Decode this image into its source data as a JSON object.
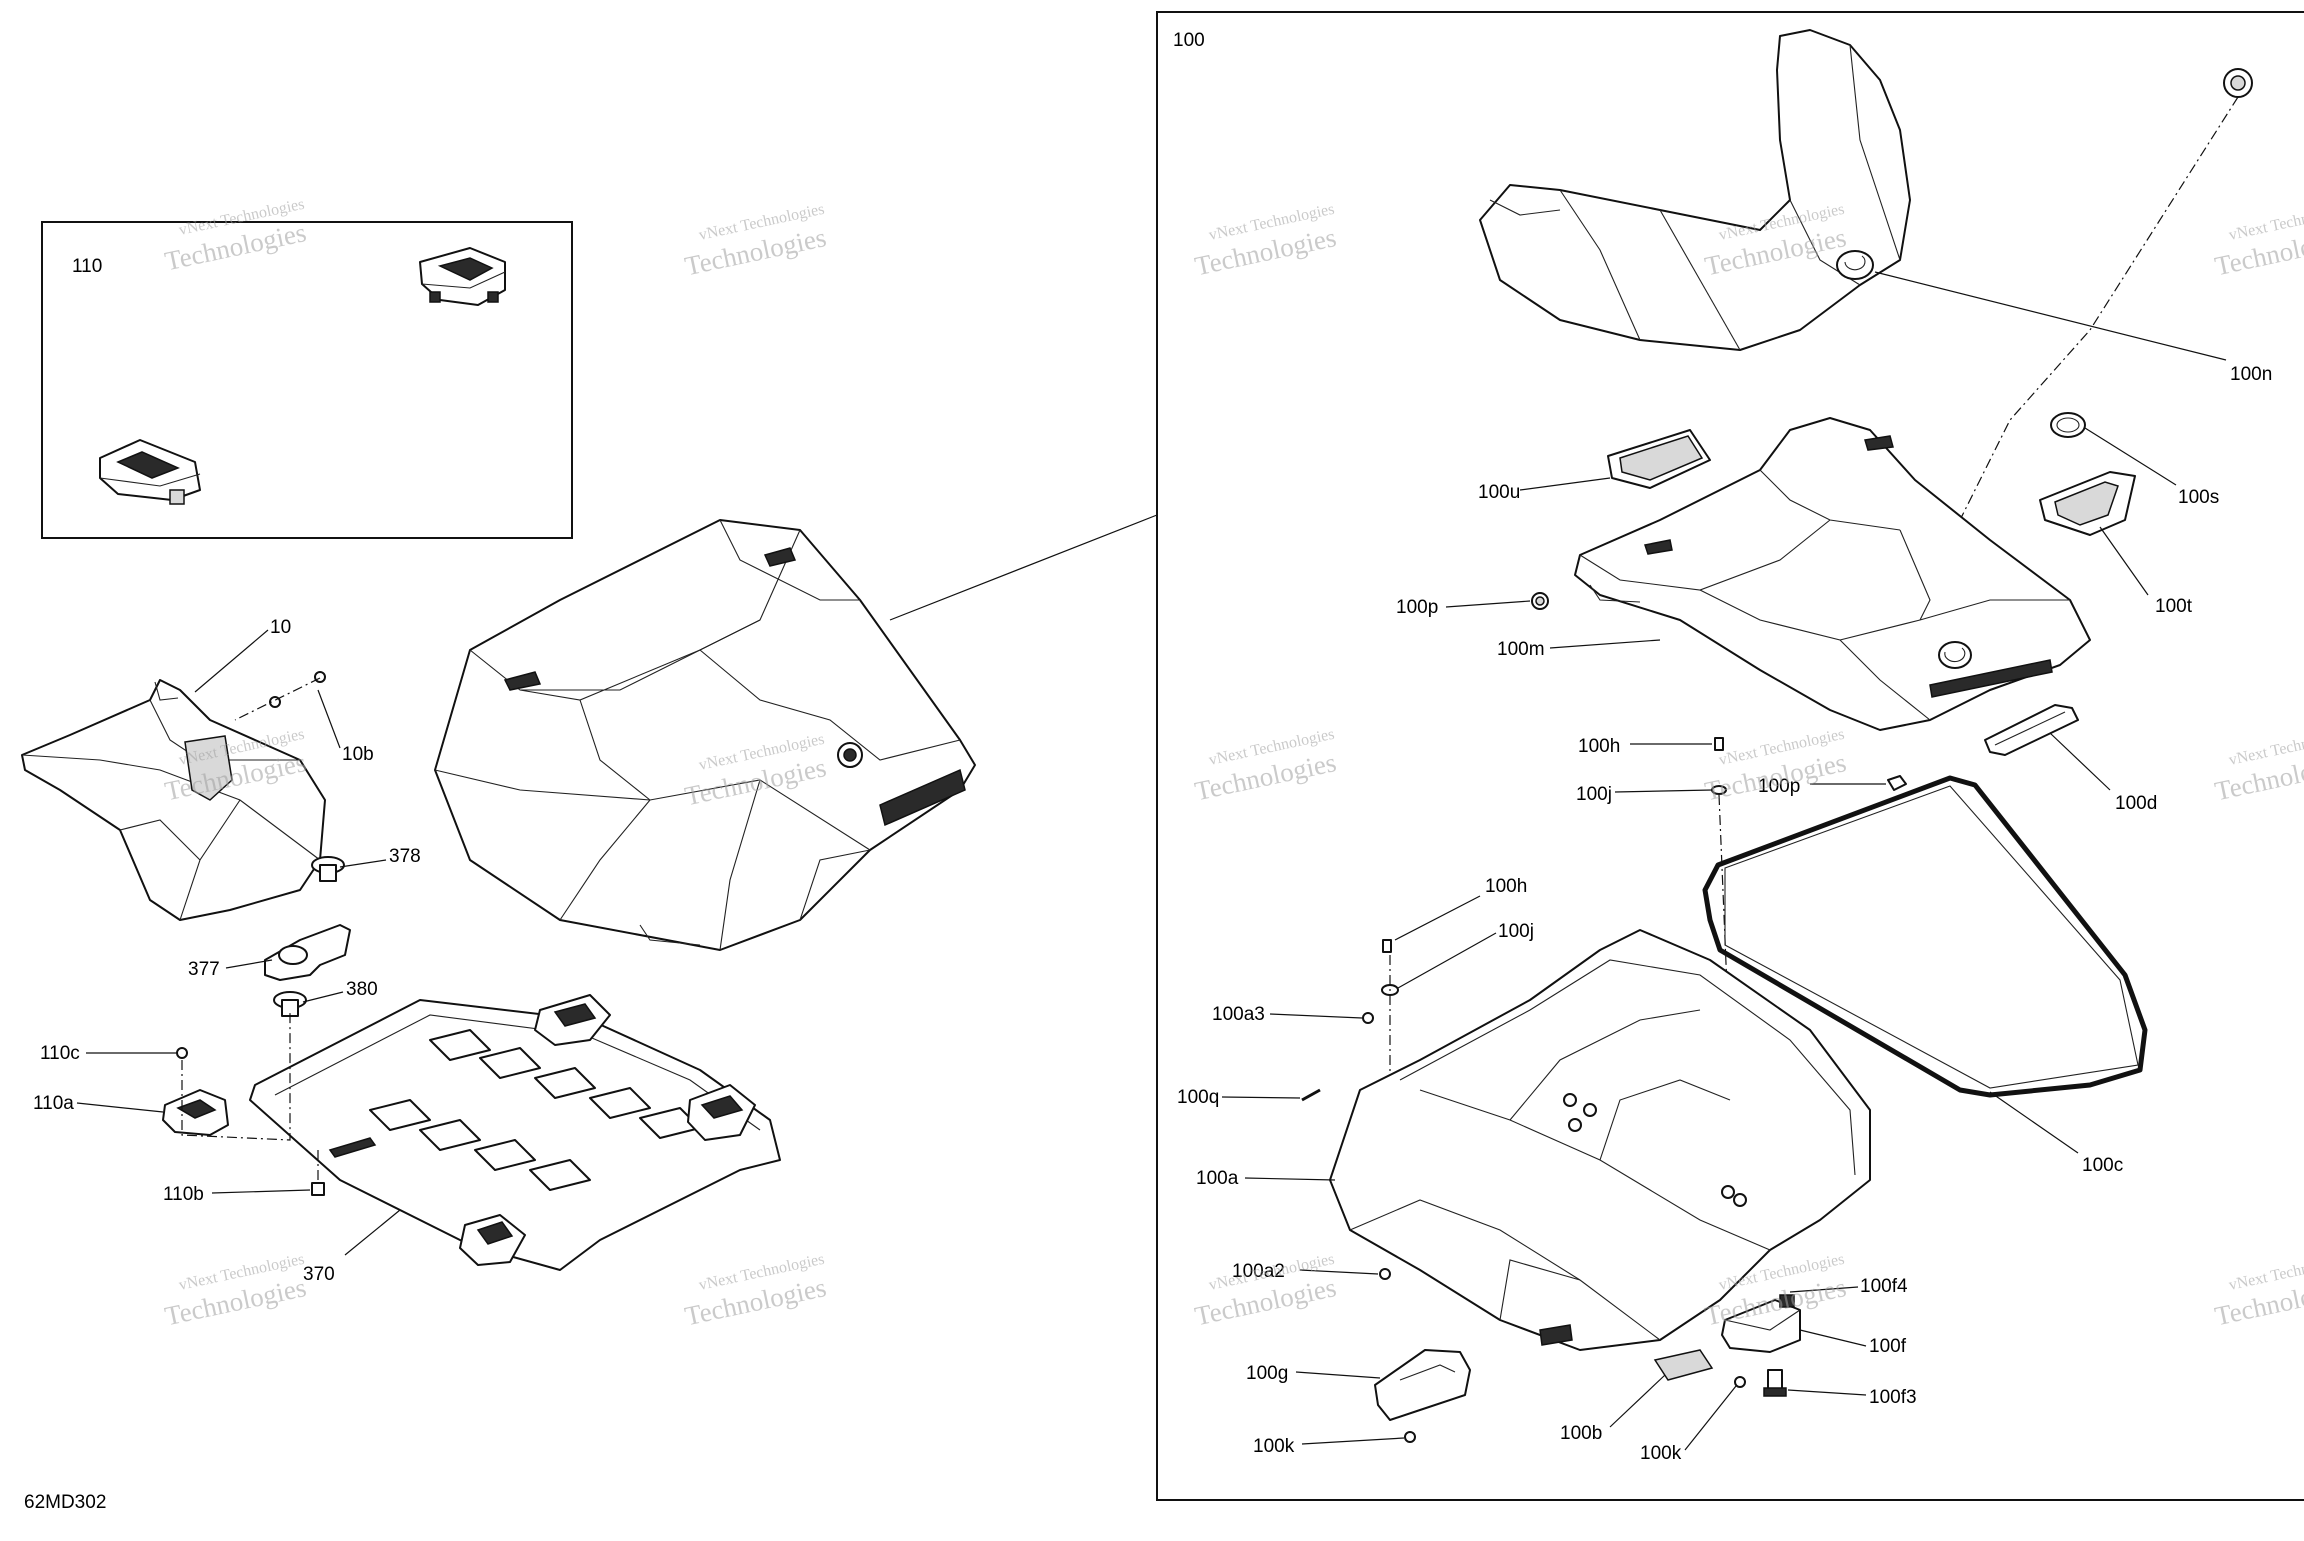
{
  "diagram": {
    "figure_code": "62MD302",
    "watermark": {
      "line1": "vNext Technologies",
      "line2": "Technologies"
    },
    "inset_boxes": {
      "kit": "110",
      "assembly": "100"
    },
    "callouts": {
      "p10": "10",
      "p10b": "10b",
      "p378": "378",
      "p377": "377",
      "p380": "380",
      "p110c": "110c",
      "p110a": "110a",
      "p110b": "110b",
      "p370": "370",
      "p100u": "100u",
      "p100p_a": "100p",
      "p100m": "100m",
      "p100h_a": "100h",
      "p100j_a": "100j",
      "p100p_b": "100p",
      "p100h_b": "100h",
      "p100j_b": "100j",
      "p100a3": "100a3",
      "p100q": "100q",
      "p100a": "100a",
      "p100a2": "100a2",
      "p100g": "100g",
      "p100k_a": "100k",
      "p100b": "100b",
      "p100k_b": "100k",
      "p100f4": "100f4",
      "p100f": "100f",
      "p100f3": "100f3",
      "p100c": "100c",
      "p100d": "100d",
      "p100t": "100t",
      "p100s": "100s",
      "p100n": "100n"
    }
  }
}
